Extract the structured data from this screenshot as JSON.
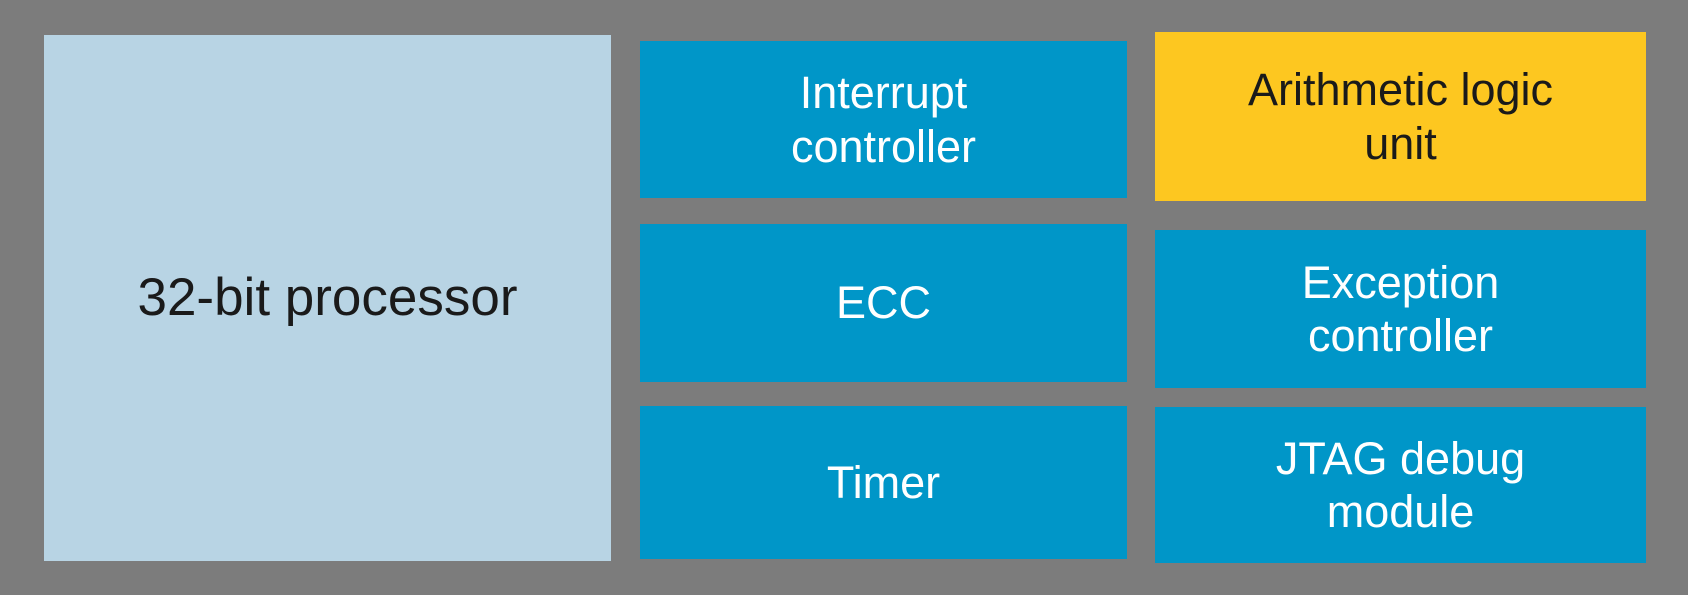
{
  "colors": {
    "background": "#7C7C7C",
    "processor_fill": "#B8D4E4",
    "module_fill": "#0096C8",
    "highlight_fill": "#FDC720",
    "module_text": "#FFFFFF",
    "dark_text": "#1A1A1A"
  },
  "processor": {
    "label": "32-bit processor"
  },
  "modules": [
    {
      "id": "interrupt-controller",
      "label": "Interrupt\ncontroller",
      "highlighted": false
    },
    {
      "id": "arithmetic-logic-unit",
      "label": "Arithmetic logic\nunit",
      "highlighted": true
    },
    {
      "id": "ecc",
      "label": "ECC",
      "highlighted": false
    },
    {
      "id": "exception-controller",
      "label": "Exception\ncontroller",
      "highlighted": false
    },
    {
      "id": "timer",
      "label": "Timer",
      "highlighted": false
    },
    {
      "id": "jtag-debug-module",
      "label": "JTAG debug\nmodule",
      "highlighted": false
    }
  ]
}
